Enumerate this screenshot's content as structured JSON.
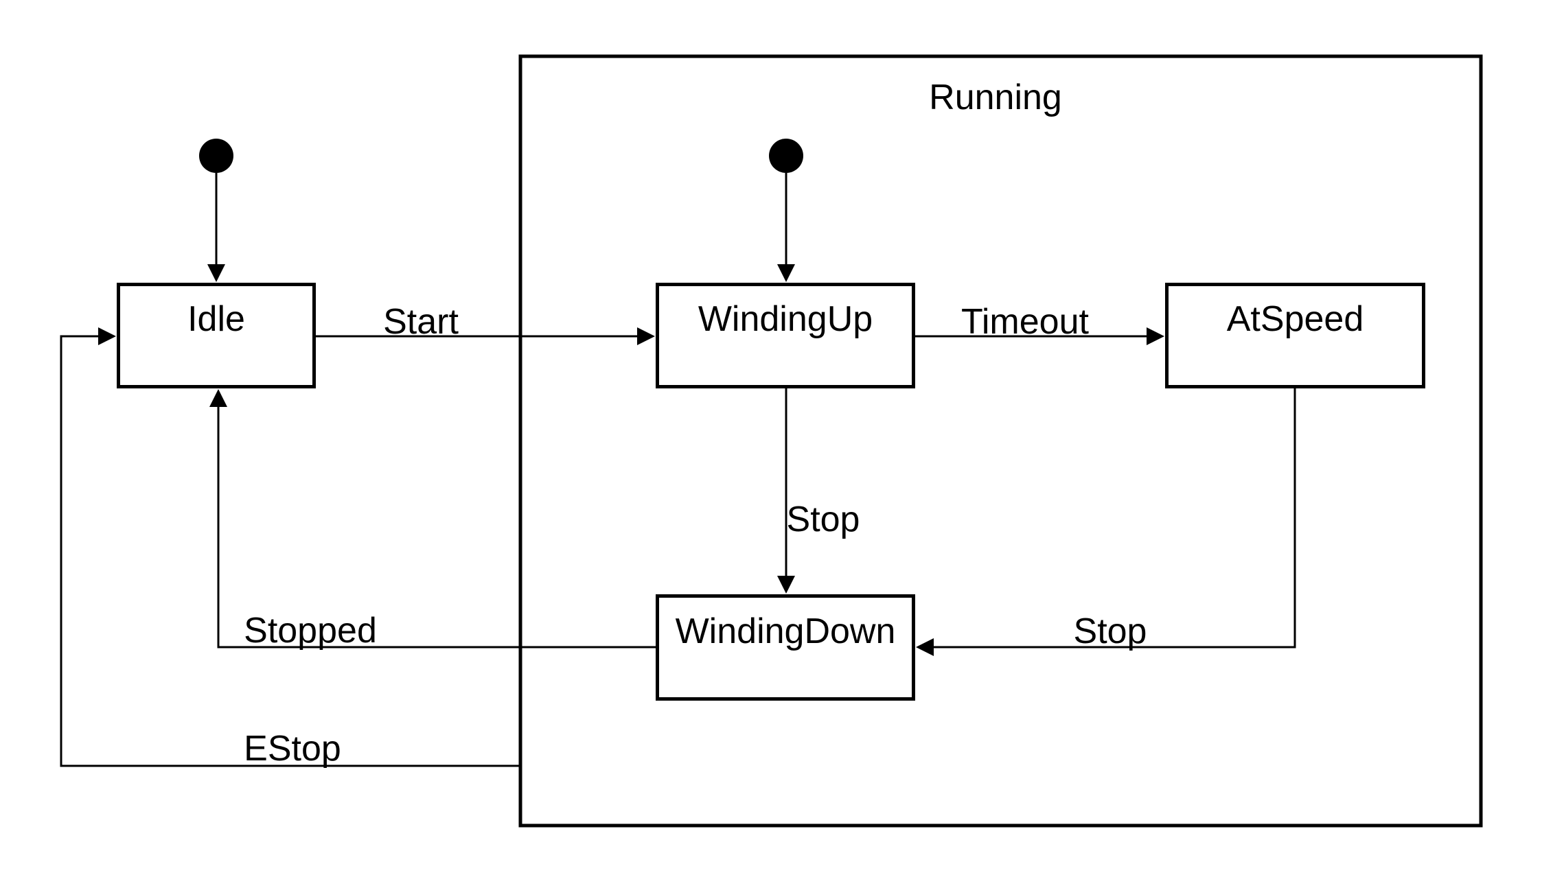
{
  "diagram": {
    "type": "uml-state-machine",
    "background_color": "#ffffff",
    "stroke_color": "#000000",
    "composite_state": {
      "label": "Running",
      "contains": [
        "WindingUp",
        "AtSpeed",
        "WindingDown"
      ]
    },
    "states": {
      "idle": {
        "label": "Idle"
      },
      "winding_up": {
        "label": "WindingUp"
      },
      "at_speed": {
        "label": "AtSpeed"
      },
      "winding_down": {
        "label": "WindingDown"
      }
    },
    "initial_pseudostates": [
      {
        "name": "initial-main",
        "target": "Idle",
        "icon": "filled-circle"
      },
      {
        "name": "initial-running-region",
        "target": "WindingUp",
        "icon": "filled-circle"
      }
    ],
    "transitions": {
      "start": {
        "label": "Start",
        "from": "Idle",
        "to": "WindingUp"
      },
      "timeout": {
        "label": "Timeout",
        "from": "WindingUp",
        "to": "AtSpeed"
      },
      "stop_from_windingup": {
        "label": "Stop",
        "from": "WindingUp",
        "to": "WindingDown"
      },
      "stop_from_atspeed": {
        "label": "Stop",
        "from": "AtSpeed",
        "to": "WindingDown"
      },
      "stopped": {
        "label": "Stopped",
        "from": "WindingDown",
        "to": "Idle"
      },
      "estop": {
        "label": "EStop",
        "from": "Running",
        "to": "Idle"
      }
    }
  }
}
